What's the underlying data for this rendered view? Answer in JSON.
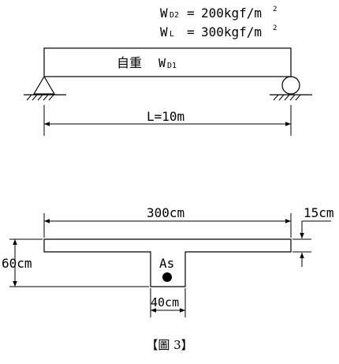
{
  "loads": {
    "wd2": {
      "label_main": "W",
      "label_sub": "D2",
      "eq": "=",
      "value": "200kgf/m",
      "exp": "2"
    },
    "wl": {
      "label_main": "W",
      "label_sub": "L",
      "eq": "=",
      "value": "300kgf/m",
      "exp": "2"
    },
    "self_weight": {
      "text": "自重",
      "label_main": "W",
      "label_sub": "D1"
    }
  },
  "beam": {
    "span_label": "L=10m"
  },
  "section": {
    "flange_width": "300cm",
    "flange_thickness": "15cm",
    "total_depth": "60cm",
    "web_width": "40cm",
    "steel_label": "As"
  },
  "caption": {
    "left": "【",
    "text": "圖 3",
    "right": "】"
  }
}
